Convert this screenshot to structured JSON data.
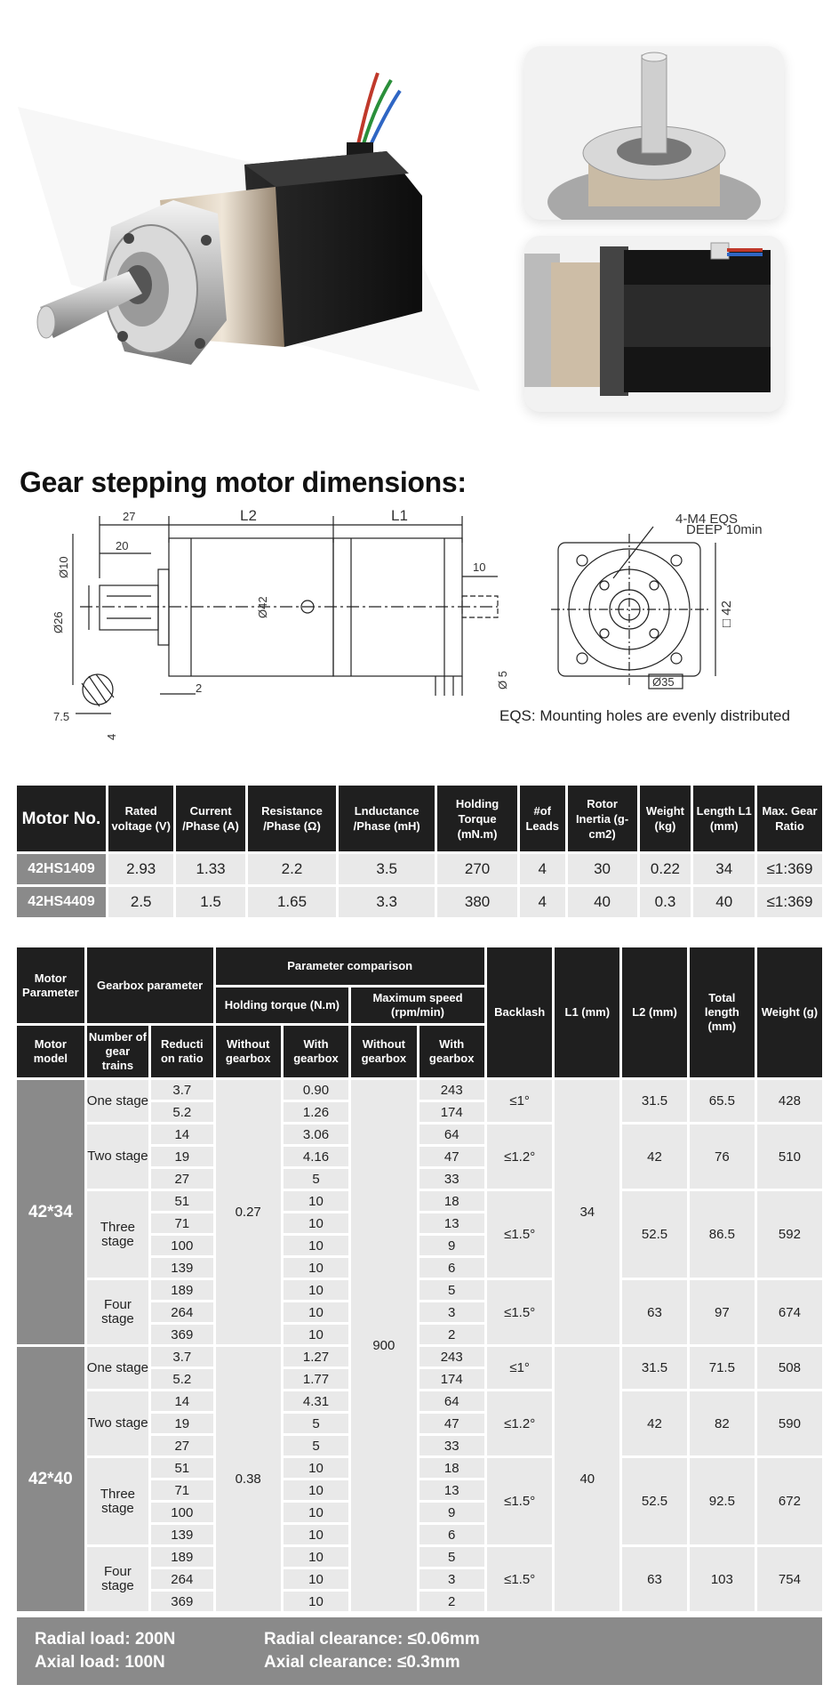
{
  "heading": "Gear stepping motor dimensions:",
  "drawing": {
    "dims": {
      "l2": "L2",
      "l1": "L1",
      "d27": "27",
      "d20": "20",
      "d10": "10",
      "d2": "2",
      "d75": "7.5",
      "dia42": "Ø42",
      "sq42": "□ 42",
      "dia35": "Ø35",
      "m4": "4-M4 EQS",
      "deep": "DEEP  10min",
      "dia10": "Ø10",
      "dia26": "Ø26",
      "dia5": "Ø 5",
      "four": "4"
    },
    "note": "EQS:  Mounting holes are evenly distributed"
  },
  "motor_table": {
    "headers": [
      "Motor No.",
      "Rated voltage (V)",
      "Current /Phase (A)",
      "Resistance /Phase (Ω)",
      "Lnductance /Phase (mH)",
      "Holding Torque (mN.m)",
      "#of Leads",
      "Rotor Inertia (g-cm2)",
      "Weight (kg)",
      "Length L1 (mm)",
      "Max. Gear Ratio"
    ],
    "rows": [
      [
        "42HS1409",
        "2.93",
        "1.33",
        "2.2",
        "3.5",
        "270",
        "4",
        "30",
        "0.22",
        "34",
        "≤1:369"
      ],
      [
        "42HS4409",
        "2.5",
        "1.5",
        "1.65",
        "3.3",
        "380",
        "4",
        "40",
        "0.3",
        "40",
        "≤1:369"
      ]
    ]
  },
  "gear_table": {
    "h": {
      "motor_param": "Motor Parameter",
      "gearbox_param": "Gearbox parameter",
      "param_comp": "Parameter comparison",
      "holding": "Holding torque (N.m)",
      "max_speed": "Maximum speed (rpm/min)",
      "backlash": "Backlash",
      "l1": "L1 (mm)",
      "l2": "L2 (mm)",
      "total": "Total length (mm)",
      "weight": "Weight (g)",
      "motor_model": "Motor model",
      "num_trains": "Number of gear trains",
      "ratio": "Reducti on ratio",
      "without1": "Without gearbox",
      "with1": "With gearbox",
      "without2": "Without gearbox",
      "with2": "With gearbox"
    },
    "speed_without": "900",
    "motors": [
      {
        "model": "42*34",
        "torque_without": "0.27",
        "l1": "34",
        "stages": [
          {
            "name": "One stage",
            "backlash": "≤1°",
            "l2": "31.5",
            "total": "65.5",
            "weight": "428",
            "rows": [
              [
                "3.7",
                "0.90",
                "243"
              ],
              [
                "5.2",
                "1.26",
                "174"
              ]
            ]
          },
          {
            "name": "Two stage",
            "backlash": "≤1.2°",
            "l2": "42",
            "total": "76",
            "weight": "510",
            "rows": [
              [
                "14",
                "3.06",
                "64"
              ],
              [
                "19",
                "4.16",
                "47"
              ],
              [
                "27",
                "5",
                "33"
              ]
            ]
          },
          {
            "name": "Three stage",
            "backlash": "≤1.5°",
            "l2": "52.5",
            "total": "86.5",
            "weight": "592",
            "rows": [
              [
                "51",
                "10",
                "18"
              ],
              [
                "71",
                "10",
                "13"
              ],
              [
                "100",
                "10",
                "9"
              ],
              [
                "139",
                "10",
                "6"
              ]
            ]
          },
          {
            "name": "Four stage",
            "backlash": "≤1.5°",
            "l2": "63",
            "total": "97",
            "weight": "674",
            "rows": [
              [
                "189",
                "10",
                "5"
              ],
              [
                "264",
                "10",
                "3"
              ],
              [
                "369",
                "10",
                "2"
              ]
            ]
          }
        ]
      },
      {
        "model": "42*40",
        "torque_without": "0.38",
        "l1": "40",
        "stages": [
          {
            "name": "One stage",
            "backlash": "≤1°",
            "l2": "31.5",
            "total": "71.5",
            "weight": "508",
            "rows": [
              [
                "3.7",
                "1.27",
                "243"
              ],
              [
                "5.2",
                "1.77",
                "174"
              ]
            ]
          },
          {
            "name": "Two stage",
            "backlash": "≤1.2°",
            "l2": "42",
            "total": "82",
            "weight": "590",
            "rows": [
              [
                "14",
                "4.31",
                "64"
              ],
              [
                "19",
                "5",
                "47"
              ],
              [
                "27",
                "5",
                "33"
              ]
            ]
          },
          {
            "name": "Three stage",
            "backlash": "≤1.5°",
            "l2": "52.5",
            "total": "92.5",
            "weight": "672",
            "rows": [
              [
                "51",
                "10",
                "18"
              ],
              [
                "71",
                "10",
                "13"
              ],
              [
                "100",
                "10",
                "9"
              ],
              [
                "139",
                "10",
                "6"
              ]
            ]
          },
          {
            "name": "Four stage",
            "backlash": "≤1.5°",
            "l2": "63",
            "total": "103",
            "weight": "754",
            "rows": [
              [
                "189",
                "10",
                "5"
              ],
              [
                "264",
                "10",
                "3"
              ],
              [
                "369",
                "10",
                "2"
              ]
            ]
          }
        ]
      }
    ]
  },
  "footer": {
    "radial_load": "Radial load:  200N",
    "axial_load": "Axial load:  100N",
    "radial_clearance": "Radial clearance:  ≤0.06mm",
    "axial_clearance": "Axial clearance:  ≤0.3mm"
  }
}
